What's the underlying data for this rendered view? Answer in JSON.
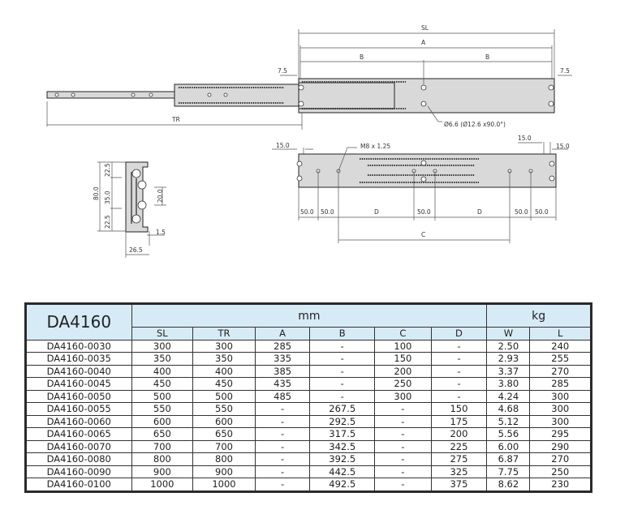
{
  "drawing": {
    "top": {
      "SL": "SL",
      "A": "A",
      "B1": "B",
      "B2": "B",
      "left_offset": "7.5",
      "right_offset": "7.5",
      "TR": "TR",
      "hole": "Ø6.6 (Ø12.6 x90.0°)"
    },
    "side": {
      "left_15": "15.0",
      "thread": "M8 x 1.25",
      "right_15a": "15.0",
      "right_15b": "15.0",
      "d1": "50.0",
      "d2": "50.0",
      "D1": "D",
      "d3": "50.0",
      "D2": "D",
      "d4": "50.0",
      "d5": "50.0",
      "C": "C"
    },
    "profile": {
      "height": "80.0",
      "top": "22.5",
      "mid": "35.0",
      "bottom": "22.5",
      "inner": "20.0",
      "gap": "1.5",
      "width": "26.5"
    }
  },
  "table": {
    "model": "DA4160",
    "group_mm": "mm",
    "group_kg": "kg",
    "columns": [
      "SL",
      "TR",
      "A",
      "B",
      "C",
      "D",
      "W",
      "L"
    ],
    "rows": [
      [
        "DA4160-0030",
        "300",
        "300",
        "285",
        "-",
        "100",
        "-",
        "2.50",
        "240"
      ],
      [
        "DA4160-0035",
        "350",
        "350",
        "335",
        "-",
        "150",
        "-",
        "2.93",
        "255"
      ],
      [
        "DA4160-0040",
        "400",
        "400",
        "385",
        "-",
        "200",
        "-",
        "3.37",
        "270"
      ],
      [
        "DA4160-0045",
        "450",
        "450",
        "435",
        "-",
        "250",
        "-",
        "3.80",
        "285"
      ],
      [
        "DA4160-0050",
        "500",
        "500",
        "485",
        "-",
        "300",
        "-",
        "4.24",
        "300"
      ],
      [
        "DA4160-0055",
        "550",
        "550",
        "-",
        "267.5",
        "-",
        "150",
        "4.68",
        "300"
      ],
      [
        "DA4160-0060",
        "600",
        "600",
        "-",
        "292.5",
        "-",
        "175",
        "5.12",
        "300"
      ],
      [
        "DA4160-0065",
        "650",
        "650",
        "-",
        "317.5",
        "-",
        "200",
        "5.56",
        "295"
      ],
      [
        "DA4160-0070",
        "700",
        "700",
        "-",
        "342.5",
        "-",
        "225",
        "6.00",
        "290"
      ],
      [
        "DA4160-0080",
        "800",
        "800",
        "-",
        "392.5",
        "-",
        "275",
        "6.87",
        "270"
      ],
      [
        "DA4160-0090",
        "900",
        "900",
        "-",
        "442.5",
        "-",
        "325",
        "7.75",
        "250"
      ],
      [
        "DA4160-0100",
        "1000",
        "1000",
        "-",
        "492.5",
        "-",
        "375",
        "8.62",
        "230"
      ]
    ]
  }
}
